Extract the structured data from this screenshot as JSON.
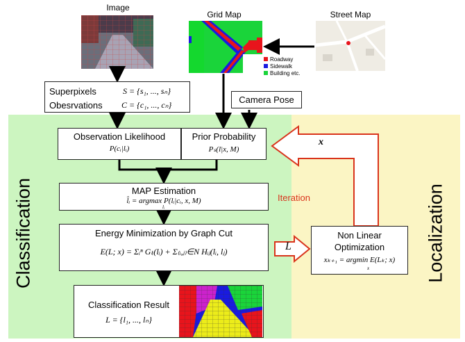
{
  "top": {
    "image_label": "Image",
    "grid_map_label": "Grid Map",
    "street_map_label": "Street Map",
    "legend": [
      {
        "label": "Roadway",
        "color": "#e8141c"
      },
      {
        "label": "Sidewalk",
        "color": "#1a1ae0"
      },
      {
        "label": "Building etc.",
        "color": "#1ad43a"
      }
    ]
  },
  "boxes": {
    "superpixels_label": "Superpixels",
    "superpixels_eq": "S = {s₁, ..., sₙ}",
    "observations_label": "Obesrvations",
    "observations_eq": "C = {c₁, ..., cₙ}",
    "camera_pose": "Camera Pose",
    "obs_likelihood_title": "Observation Likelihood",
    "obs_likelihood_eq": "P(cᵢ|lᵢ)",
    "prior_title": "Prior Probability",
    "prior_eq": "Pₛ(l|x, M)",
    "map_title": "MAP Estimation",
    "map_eq": "l̂ᵢ = argmax P(lᵢ|cᵢ, x, M)",
    "map_eq_sub": "lᵢ",
    "energy_title": "Energy Minimization by Graph Cut",
    "energy_eq": "E(L; x)  =  Σᵢⁿ Gₗᵢ(lᵢ) + Σ₍ᵢ,ⱼ₎∈N Hᵢⱼ(lᵢ, lⱼ)",
    "nonlinear_title_1": "Non Linear",
    "nonlinear_title_2": "Optimization",
    "nonlinear_eq": "xₖ₊₁ = argmin E(Lₖ; x)",
    "nonlinear_eq_sub": "x",
    "result_title": "Classification Result",
    "result_eq": "L = {l₁, ..., lₙ}"
  },
  "labels": {
    "classification": "Classification",
    "localization": "Localization",
    "iteration": "Iteration",
    "x_arrow": "x",
    "l_arrow": "L"
  },
  "colors": {
    "green_zone": "#ccf5c0",
    "yellow_zone": "#fbf5c4",
    "iteration": "#d9331b",
    "arrow_outline": "#d9331b"
  }
}
